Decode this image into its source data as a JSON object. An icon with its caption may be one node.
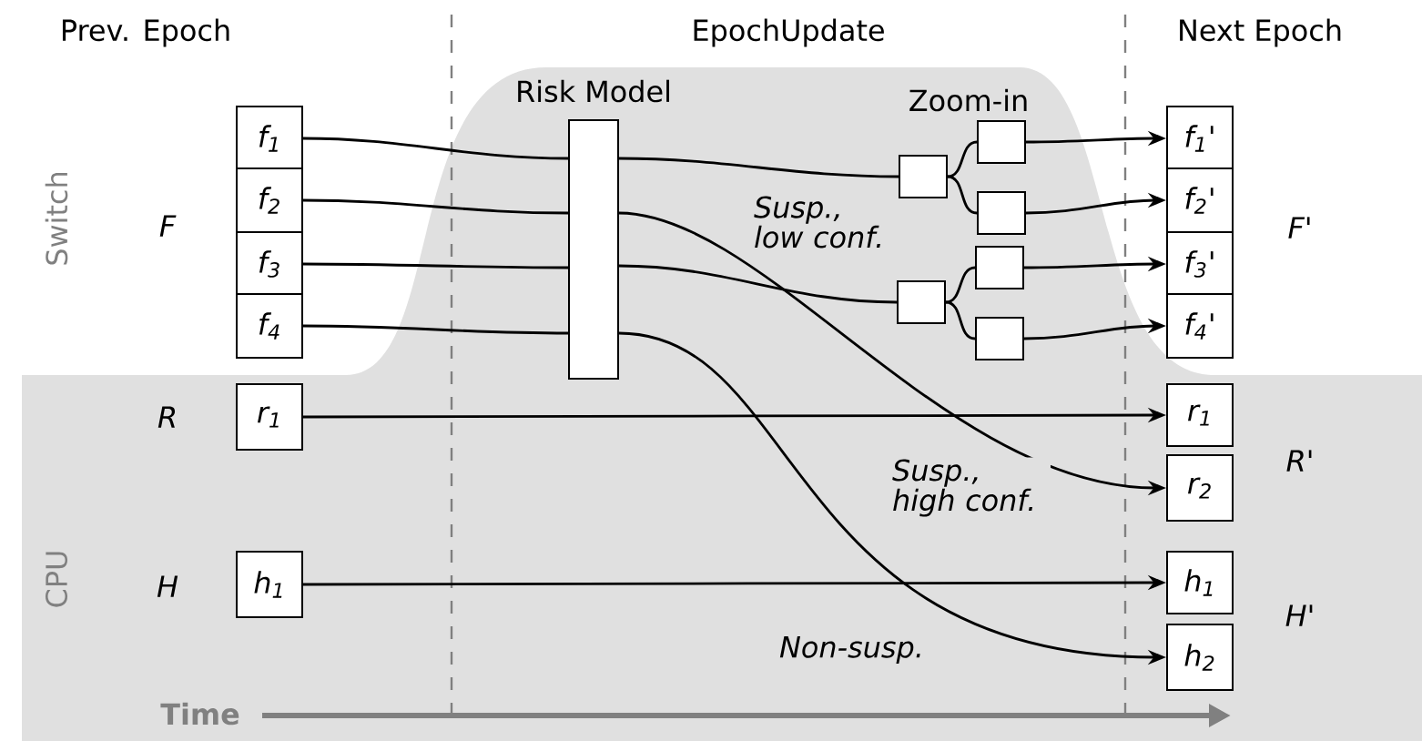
{
  "diagram": {
    "nodes": [
      {
        "text": [
          "f$_{1}$"
        ]
      },
      {
        "text": [
          "f$_{2}$"
        ]
      },
      {
        "text": [
          "f$_{3}$"
        ]
      },
      {
        "text": [
          "f$_{4}$"
        ]
      },
      {
        "text": [
          "r$_{1}$"
        ]
      },
      {
        "text": [
          "h$_{1}$"
        ]
      },
      {
        "text": [
          "Risk Model"
        ]
      },
      {
        "text": [],
        "shape": "box"
      },
      {
        "text": [],
        "shape": "box"
      },
      {
        "text": [],
        "shape": "box"
      },
      {
        "text": [],
        "shape": "box"
      },
      {
        "text": [],
        "shape": "box"
      },
      {
        "text": [],
        "shape": "box"
      },
      {
        "text": [
          "f$_{1}$'"
        ]
      },
      {
        "text": [
          "f$_{2}$'"
        ]
      },
      {
        "text": [
          "f$_{3}$'"
        ]
      },
      {
        "text": [
          "f$_{4}$'"
        ]
      },
      {
        "text": [
          "r$_{1}$"
        ]
      },
      {
        "text": [
          "r$_{2}$"
        ]
      },
      {
        "text": [
          "h$_{1}$"
        ]
      },
      {
        "text": [
          "h$_{2}$"
        ]
      }
    ],
    "edges": [
      {
        "from": 0,
        "to": 6,
        "arrow": "none"
      },
      {
        "from": 1,
        "to": 6,
        "arrow": "none"
      },
      {
        "from": 2,
        "to": 6,
        "arrow": "none"
      },
      {
        "from": 3,
        "to": 6,
        "arrow": "none"
      },
      {
        "from": 6,
        "to": 7,
        "arrow": "none"
      },
      {
        "from": 6,
        "to": 8,
        "arrow": "none",
        "label": "Susp., low conf."
      },
      {
        "from": 6,
        "to": 18,
        "arrow": "to",
        "label": "Susp., high conf."
      },
      {
        "from": 6,
        "to": 20,
        "arrow": "to",
        "label": "Non-susp."
      },
      {
        "from": 7,
        "to": 9,
        "arrow": "none"
      },
      {
        "from": 7,
        "to": 10,
        "arrow": "none"
      },
      {
        "from": 8,
        "to": 11,
        "arrow": "none"
      },
      {
        "from": 8,
        "to": 12,
        "arrow": "none"
      },
      {
        "from": 9,
        "to": 13,
        "arrow": "to"
      },
      {
        "from": 10,
        "to": 14,
        "arrow": "to"
      },
      {
        "from": 11,
        "to": 15,
        "arrow": "to"
      },
      {
        "from": 12,
        "to": 16,
        "arrow": "to"
      },
      {
        "from": 4,
        "to": 17,
        "arrow": "to"
      },
      {
        "from": 5,
        "to": 19,
        "arrow": "to"
      }
    ],
    "labels": [
      "Prev. Epoch",
      "EpochUpdate",
      "Next Epoch",
      "Zoom-in",
      "Switch",
      "CPU",
      "F",
      "R",
      "H",
      "F'",
      "R'",
      "H'",
      "Time"
    ]
  }
}
